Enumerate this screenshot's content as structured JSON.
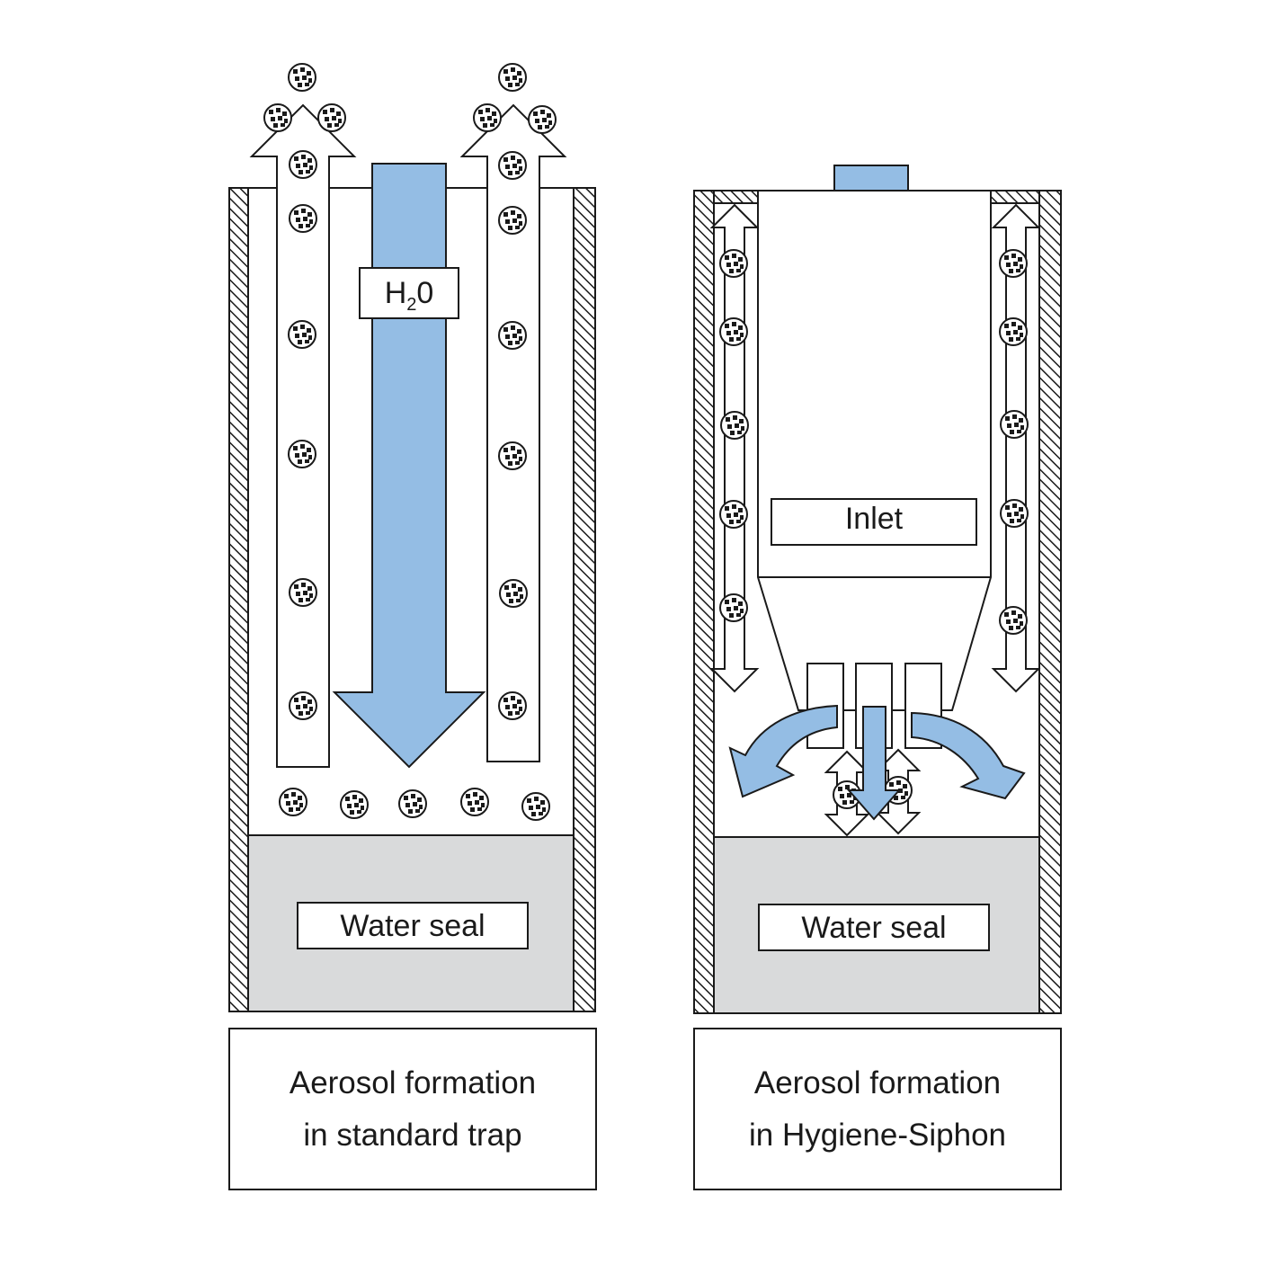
{
  "colors": {
    "water_flow": "#94bde4",
    "water_seal": "#d9dadb",
    "outline": "#1a1a1a",
    "wall_hatch": "#1a1a1a"
  },
  "icons": {
    "aerosol_particle": "aerosol-particle-icon",
    "wall": "hatched-wall",
    "flow_arrow": "flow-arrow-icon"
  },
  "left_panel": {
    "h2o_label": {
      "main": "H",
      "sub": "2",
      "tail": "0"
    },
    "seal_label": "Water seal",
    "caption_line1": "Aerosol formation",
    "caption_line2": "in standard trap"
  },
  "right_panel": {
    "inlet_label": "Inlet",
    "seal_label": "Water seal",
    "caption_line1": "Aerosol formation",
    "caption_line2": "in Hygiene-Siphon"
  }
}
